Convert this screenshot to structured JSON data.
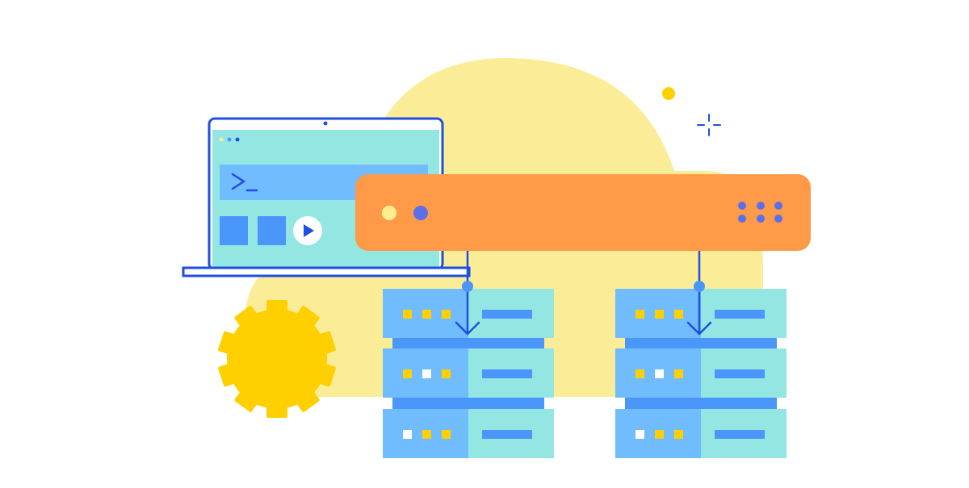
{
  "illustration": {
    "subject": "laptop-terminal-connected-to-server-racks",
    "laptop": {
      "toolbar_dots": 3,
      "terminal_prompt_icon": "terminal-prompt-icon",
      "tiles": 2,
      "play_icon": "play-icon"
    },
    "router_bar": {
      "status_lights": 2,
      "vent_dots": 6
    },
    "server_racks": [
      {
        "units": 3
      },
      {
        "units": 3
      }
    ],
    "decorations": [
      "sun-circle",
      "gear-icon",
      "yellow-dot",
      "sparkle-cross-icon"
    ]
  },
  "colors": {
    "background": "#ffffff",
    "sun": "#fbed98",
    "gear": "#ffd000",
    "orange": "#ff9a48",
    "blue_outline": "#1d4fe0",
    "teal": "#93e6e2",
    "light_blue": "#71bbff",
    "mid_blue": "#4a96fb",
    "dot_purple": "#5b6fec",
    "dot_yellow": "#fbee91",
    "light_yellow": "#ffd000",
    "white": "#ffffff"
  }
}
